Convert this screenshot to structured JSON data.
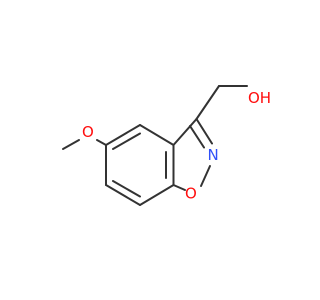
{
  "atoms": {
    "oh": {
      "text": "OH",
      "color": "#ff0d0d"
    },
    "o_ring": {
      "text": "O",
      "color": "#ff0d0d"
    },
    "n_ring": {
      "text": "N",
      "color": "#3050f8"
    },
    "o_methoxy": {
      "text": "O",
      "color": "#ff0d0d"
    }
  },
  "bond_color": "#333333",
  "background": "#ffffff"
}
